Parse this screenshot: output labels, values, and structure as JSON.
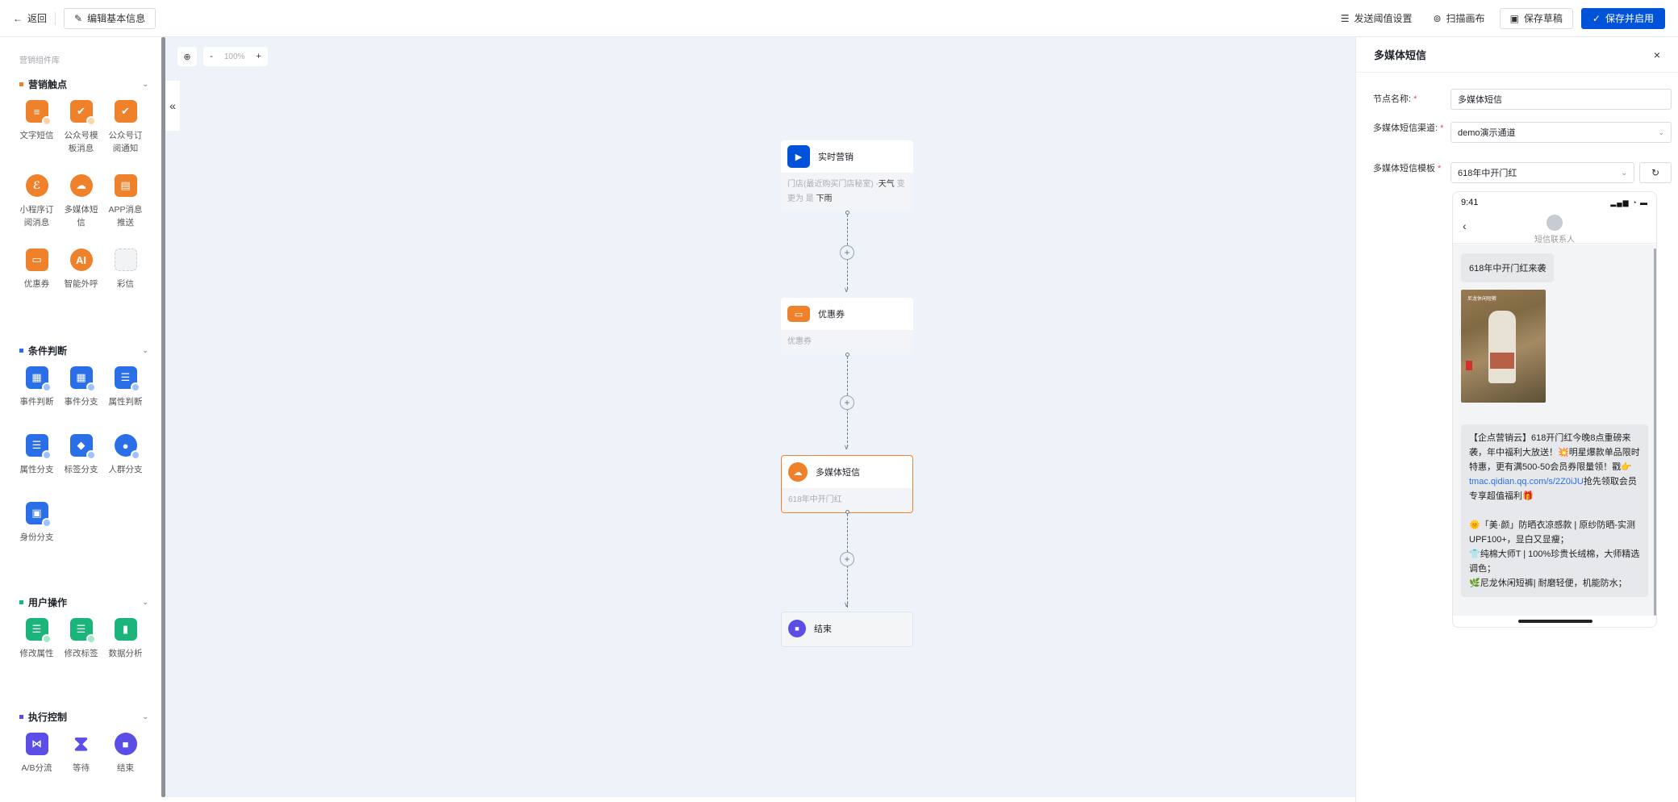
{
  "topbar": {
    "back_label": "返回",
    "edit_basic_label": "编辑基本信息",
    "threshold_label": "发送阈值设置",
    "scan_label": "扫描画布",
    "save_draft_label": "保存草稿",
    "save_enable_label": "保存并启用"
  },
  "sidebar": {
    "title": "营销组件库",
    "sections": [
      {
        "title": "营销触点",
        "color": "#f0812b",
        "items": [
          {
            "label": "文字短信"
          },
          {
            "label": "公众号模板消息"
          },
          {
            "label": "公众号订阅通知"
          },
          {
            "label": "小程序订阅消息"
          },
          {
            "label": "多媒体短信"
          },
          {
            "label": "APP消息推送"
          },
          {
            "label": "优惠券"
          },
          {
            "label": "智能外呼",
            "glyph": "AI"
          },
          {
            "label": "彩信"
          }
        ]
      },
      {
        "title": "条件判断",
        "color": "#2b6fe8",
        "items": [
          {
            "label": "事件判断"
          },
          {
            "label": "事件分支"
          },
          {
            "label": "属性判断"
          },
          {
            "label": "属性分支"
          },
          {
            "label": "标签分支"
          },
          {
            "label": "人群分支"
          },
          {
            "label": "身份分支"
          }
        ]
      },
      {
        "title": "用户操作",
        "color": "#1bb47a",
        "items": [
          {
            "label": "修改属性"
          },
          {
            "label": "修改标签"
          },
          {
            "label": "数据分析"
          }
        ]
      },
      {
        "title": "执行控制",
        "color": "#5a4ee6",
        "items": [
          {
            "label": "A/B分流"
          },
          {
            "label": "等待"
          },
          {
            "label": "结束"
          }
        ]
      }
    ]
  },
  "canvas": {
    "zoom": "100%",
    "nodes": {
      "trigger": {
        "title": "实时营销",
        "desc_gray1": "门店(最近购买门店秘室) -",
        "desc_hl1": "天气",
        "desc_gray2": "变更为 是",
        "desc_hl2": "下雨"
      },
      "coupon": {
        "title": "优惠券",
        "desc": "优惠券"
      },
      "mms": {
        "title": "多媒体短信",
        "desc": "618年中开门红"
      },
      "end": {
        "title": "结束"
      }
    }
  },
  "panel": {
    "title": "多媒体短信",
    "fields": {
      "name_label": "节点名称:",
      "name_value": "多媒体短信",
      "channel_label": "多媒体短信渠道:",
      "channel_value": "demo演示通道",
      "template_label": "多媒体短信模板",
      "template_value": "618年中开门红"
    },
    "phone": {
      "time": "9:41",
      "contact": "短信联系人",
      "msg_title": "618年中开门红来袭",
      "image_tag": "尼龙休闲短裤",
      "msg_part1": "【企点营销云】618开门红今晚8点重磅来袭，年中福利大放送！💥明星爆款单品限时特惠，更有满500-50会员券限量领！戳👉",
      "msg_link": "tmac.qidian.qq.com/s/2Z0iJU",
      "msg_part2": "抢先领取会员专享超值福利🎁\n\n🌞「美·颜」防晒衣凉感款 | 原纱防晒-实测UPF100+，显白又显瘦；\n👕纯棉大师T | 100%珍贵长绒棉，大师精选调色；\n🌿尼龙休闲短裤| 耐磨轻便，机能防水；"
    }
  },
  "colors": {
    "primary": "#0052d9",
    "orange": "#f0812b",
    "blue": "#2b6fe8",
    "green": "#1bb47a",
    "violet": "#5a4ee6"
  }
}
